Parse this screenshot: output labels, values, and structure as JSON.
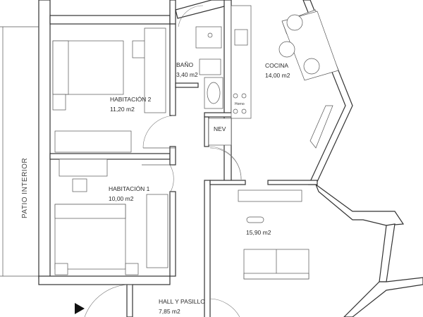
{
  "plan": {
    "side_label": "PATIO INTERIOR",
    "rooms": [
      {
        "id": "habitacion-2",
        "name": "HABITACIÓN 2",
        "area": "11,20 m2"
      },
      {
        "id": "bano",
        "name": "BAÑO",
        "area": "3,40 m2"
      },
      {
        "id": "cocina",
        "name": "COCINA",
        "area": "14,00 m2"
      },
      {
        "id": "habitacion-1",
        "name": "HABITACIÓN 1",
        "area": "10,00 m2"
      },
      {
        "id": "salon",
        "name": "",
        "area": "15,90 m2"
      },
      {
        "id": "hall",
        "name": "HALL Y PASILLO",
        "area": "7,85 m2"
      }
    ],
    "appliances": {
      "fridge": "NEV",
      "oven": "Horno"
    },
    "colors": {
      "wall": "#333333",
      "line": "#555555",
      "background": "#ffffff"
    }
  }
}
